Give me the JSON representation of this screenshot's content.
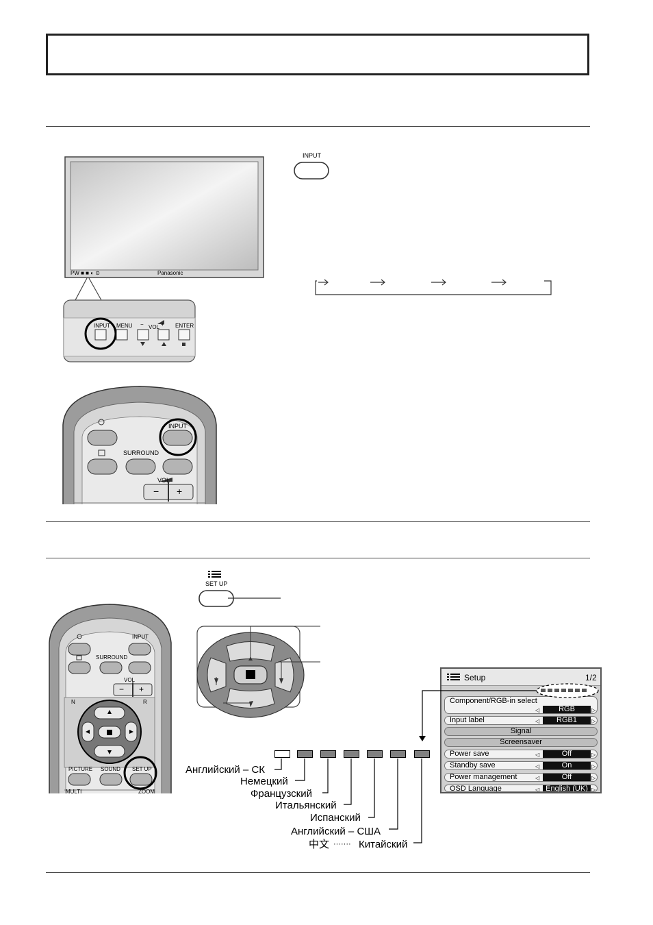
{
  "input_button": {
    "label": "INPUT"
  },
  "panel": {
    "brand": "Panasonic",
    "indicator": "PW ■ ■ ◐ ⊙",
    "buttons": {
      "input": "INPUT",
      "menu": "MENU",
      "vol_minus": "−",
      "vol": "VOL",
      "vol_plus": "+",
      "enter": "ENTER"
    }
  },
  "remote_top": {
    "input": "INPUT",
    "surround": "SURROUND",
    "vol": "VOL",
    "minus": "−",
    "plus": "+"
  },
  "setup_button": {
    "label": "SET UP"
  },
  "remote_bottom": {
    "input": "INPUT",
    "surround": "SURROUND",
    "vol": "VOL",
    "minus": "−",
    "plus": "+",
    "n": "N",
    "r": "R",
    "picture": "PICTURE",
    "sound": "SOUND",
    "setup": "SET UP",
    "multi": "MULTI",
    "zoom": "ZOOM"
  },
  "osd": {
    "title": "Setup",
    "page": "1/2",
    "rows": [
      {
        "name": "Component/RGB-in  select",
        "value": "RGB"
      },
      {
        "name": "Input label",
        "value": "RGB1"
      },
      {
        "name": "Signal"
      },
      {
        "name": "Screensaver"
      },
      {
        "name": "Power save",
        "value": "Off"
      },
      {
        "name": "Standby save",
        "value": "On"
      },
      {
        "name": "Power management",
        "value": "Off"
      },
      {
        "name": "OSD  Language",
        "value": "English (UK)"
      }
    ]
  },
  "languages": {
    "en_uk": "Английский – СК",
    "de": "Немецкий",
    "fr": "Французский",
    "it": "Итальянский",
    "es": "Испанский",
    "en_us": "Английский – США",
    "zh_glyph": "中文",
    "zh_dots": "·······",
    "zh": "Китайский"
  }
}
